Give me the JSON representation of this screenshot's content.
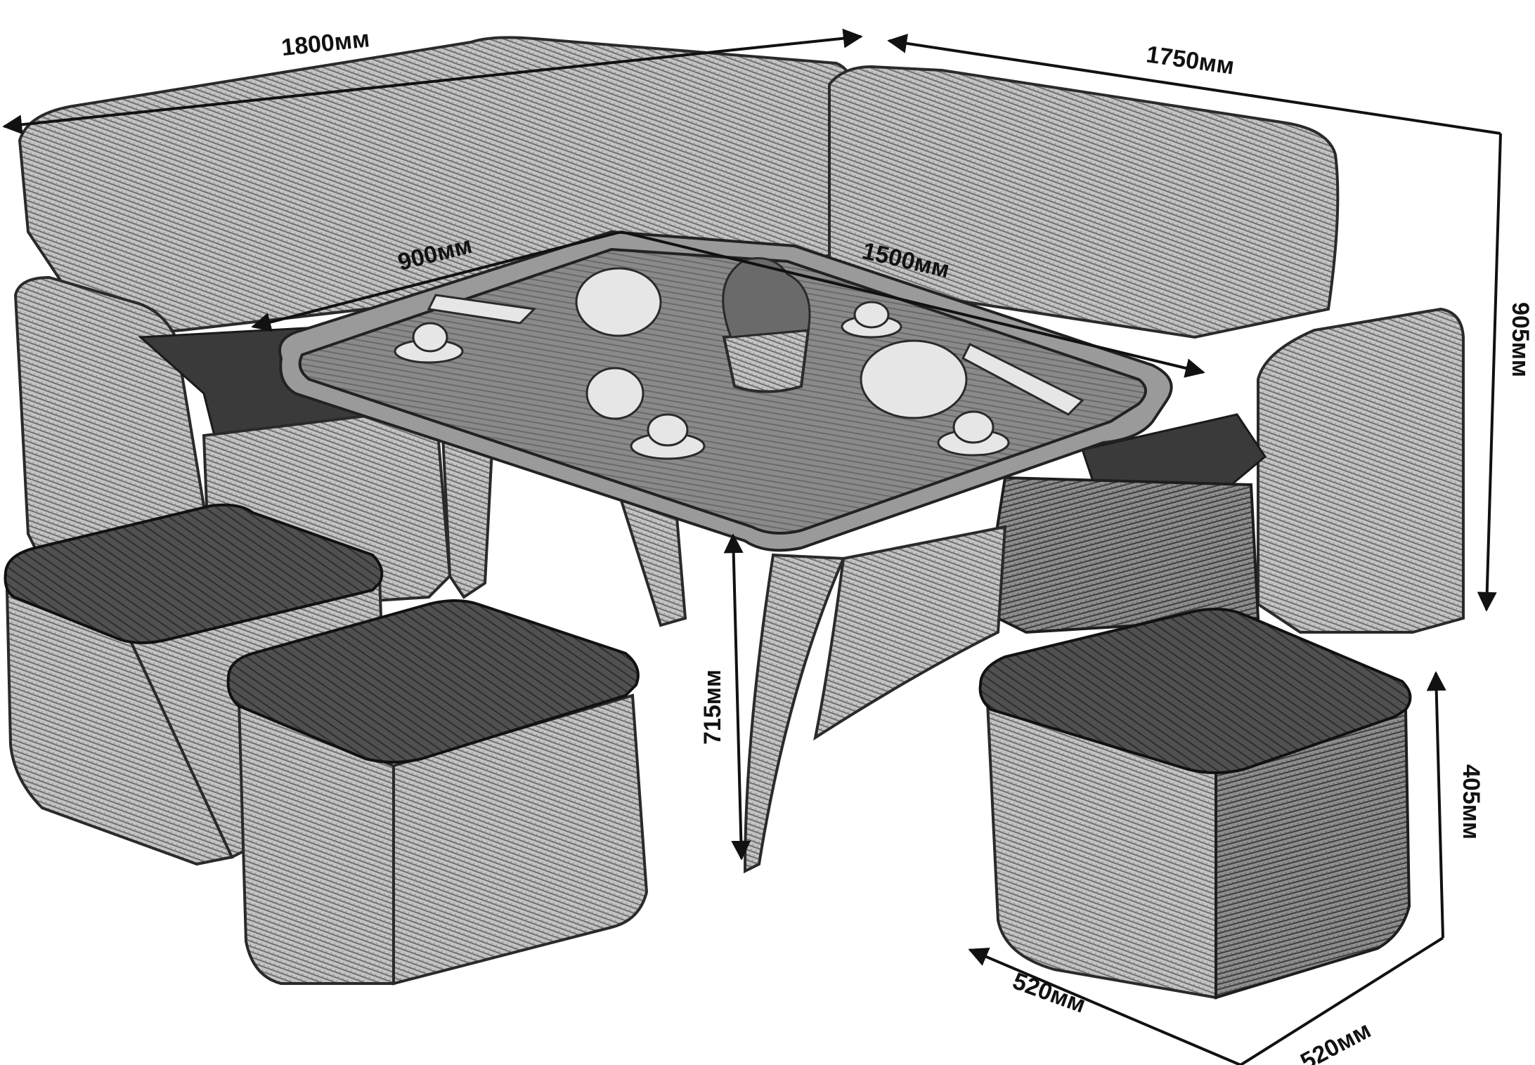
{
  "dimensions": {
    "back_left_width": "1800мм",
    "back_right_width": "1750мм",
    "sofa_height": "905мм",
    "table_width": "900мм",
    "table_length": "1500мм",
    "table_height": "715мм",
    "pouf_height": "405мм",
    "pouf_depth": "520мм",
    "pouf_width": "520мм"
  },
  "colors": {
    "line": "#111111",
    "wicker": "#bdbdbd",
    "cushion": "#4a4a4a",
    "background": "#ffffff"
  }
}
